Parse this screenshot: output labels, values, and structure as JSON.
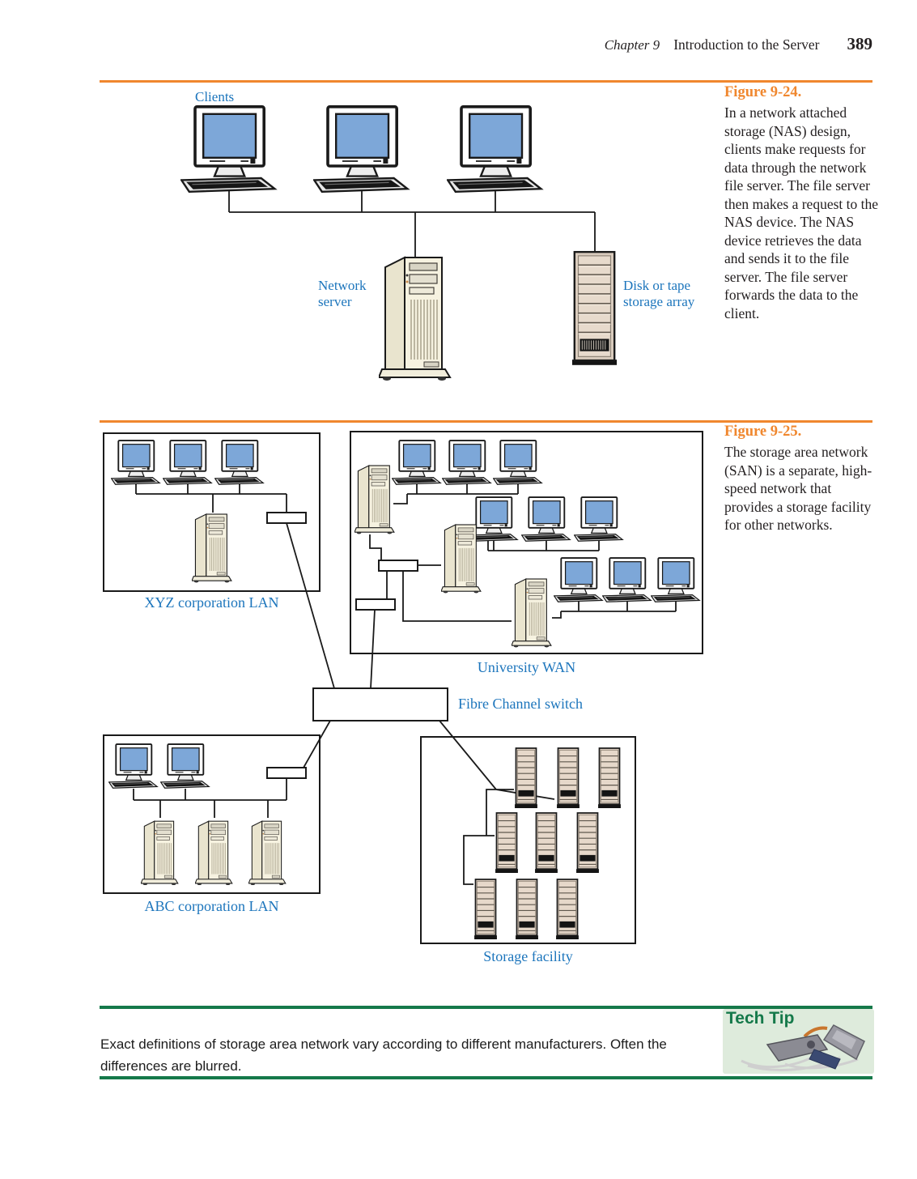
{
  "header": {
    "chapter_label": "Chapter 9",
    "chapter_title": "Introduction to the Server",
    "page_number": "389"
  },
  "figure24": {
    "title": "Figure 9-24.",
    "caption": "In a network attached storage (NAS) design, clients make requests for data through the network file server. The file server then makes a request to the NAS device. The NAS device retrieves the data and sends it to the file server. The file server forwards the data to the client.",
    "labels": {
      "clients": "Clients",
      "network_server": "Network server",
      "storage_array": "Disk or tape storage array"
    }
  },
  "figure25": {
    "title": "Figure 9-25.",
    "caption": "The storage area network (SAN) is a separate, high-speed network that provides a storage facility for other networks.",
    "labels": {
      "xyz_lan": "XYZ corporation LAN",
      "university_wan": "University WAN",
      "fibre_switch": "Fibre Channel switch",
      "abc_lan": "ABC corporation LAN",
      "storage_facility": "Storage facility"
    }
  },
  "tech_tip": {
    "heading": "Tech Tip",
    "text": "Exact definitions of storage area network vary according to different manufacturers. Often the differences are blurred."
  },
  "icons": {
    "client-computer-icon": "desktop computer with CRT monitor and keyboard",
    "server-tower-icon": "tower server unit",
    "storage-rack-icon": "disk or tape storage rack",
    "network-switch-icon": "small switch box",
    "tech-tip-tools-image": "network crimping tools with cables"
  },
  "colors": {
    "accent_orange": "#F0872E",
    "label_blue": "#1C75BC",
    "rule_green": "#15794A",
    "screen_blue": "#7DA7D8",
    "text_dark": "#231F20",
    "tech_tip_bg": "#DEEBDC"
  }
}
